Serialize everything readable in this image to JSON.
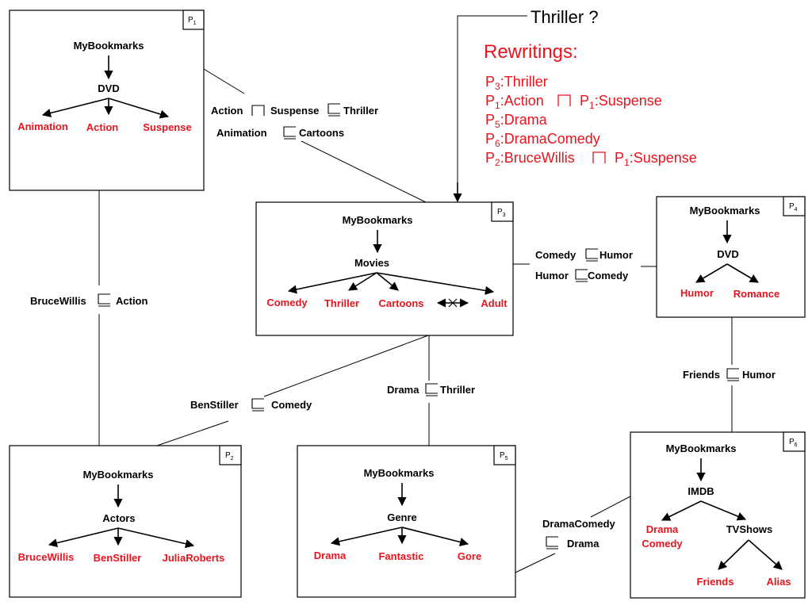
{
  "peers": {
    "p1": {
      "label_main": "P",
      "label_sub": "1",
      "root": "MyBookmarks",
      "mid": "DVD",
      "leaves": [
        "Animation",
        "Action",
        "Suspense"
      ]
    },
    "p2": {
      "label_main": "P",
      "label_sub": "2",
      "root": "MyBookmarks",
      "mid": "Actors",
      "leaves": [
        "BruceWillis",
        "BenStiller",
        "JuliaRoberts"
      ]
    },
    "p3": {
      "label_main": "P",
      "label_sub": "3",
      "root": "MyBookmarks",
      "mid": "Movies",
      "leaves": [
        "Comedy",
        "Thriller",
        "Cartoons",
        "Adult"
      ]
    },
    "p4": {
      "label_main": "P",
      "label_sub": "4",
      "root": "MyBookmarks",
      "mid": "DVD",
      "leaves": [
        "Humor",
        "Romance"
      ]
    },
    "p5": {
      "label_main": "P",
      "label_sub": "5",
      "root": "MyBookmarks",
      "mid": "Genre",
      "leaves": [
        "Drama",
        "Fantastic",
        "Gore"
      ]
    },
    "p6": {
      "label_main": "P",
      "label_sub": "6",
      "root": "MyBookmarks",
      "mid": "IMDB",
      "leaf_drama_line1": "Drama",
      "leaf_drama_line2": "Comedy",
      "sub": "TVShows",
      "leaves": [
        "Friends",
        "Alias"
      ]
    }
  },
  "mappings": {
    "p1_p3_line1": {
      "a": "Action",
      "b": "Suspense",
      "c": "Thriller"
    },
    "p1_p3_line2": {
      "a": "Animation",
      "b": "Cartoons"
    },
    "p1_p2": {
      "a": "BruceWillis",
      "b": "Action"
    },
    "p3_p4_line1": {
      "a": "Comedy",
      "b": "Humor"
    },
    "p3_p4_line2": {
      "a": "Humor",
      "b": "Comedy"
    },
    "p2_p3": {
      "a": "BenStiller",
      "b": "Comedy"
    },
    "p3_p5": {
      "a": "Drama",
      "b": "Thriller"
    },
    "p4_p6": {
      "a": "Friends",
      "b": "Humor"
    },
    "p5_p6": {
      "a": "DramaComedy",
      "b": "Drama"
    }
  },
  "query": "Thriller ?",
  "rewritings": {
    "title": "Rewritings:",
    "r1": {
      "p": "P",
      "ps": "3",
      "t": ":Thriller"
    },
    "r2": {
      "p": "P",
      "ps": "1",
      "t": ":Action",
      "p2": "P",
      "ps2": "1",
      "t2": ":Suspense"
    },
    "r3": {
      "p": "P",
      "ps": "5",
      "t": ":Drama"
    },
    "r4": {
      "p": "P",
      "ps": "6",
      "t": ":DramaComedy"
    },
    "r5": {
      "p": "P",
      "ps": "2",
      "t": ":BruceWillis",
      "p2": "P",
      "ps2": "1",
      "t2": ":Suspense"
    }
  },
  "colors": {
    "concept_red": "#e8141e",
    "black": "#000000"
  }
}
